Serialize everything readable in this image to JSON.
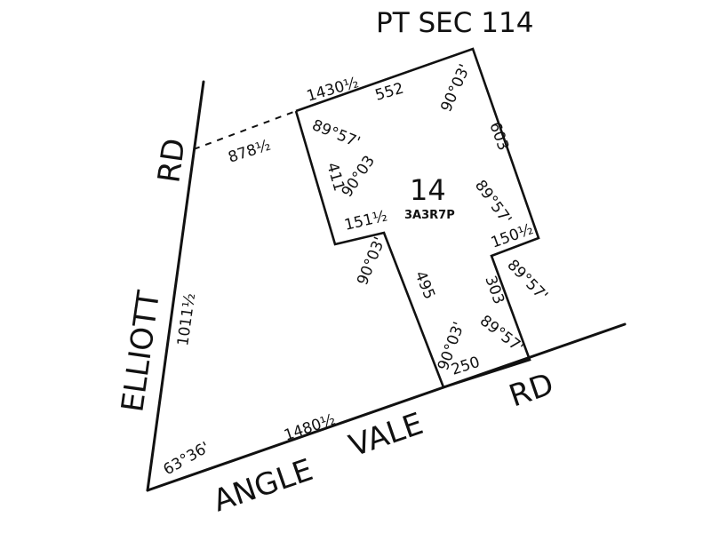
{
  "header": {
    "title": "PT SEC 114"
  },
  "roads": {
    "elliott_1": "ELLIOTT",
    "elliott_2": "RD",
    "angle_vale_1": "ANGLE",
    "angle_vale_2": "VALE",
    "angle_vale_3": "RD"
  },
  "lot": {
    "number": "14",
    "area": "3A3R7P"
  },
  "dimensions": {
    "north_total": "1430½",
    "north_lot": "552",
    "dashed": "878½",
    "elliott_side": "1011½",
    "angle_vale_side": "1480½",
    "east_upper": "603",
    "notch_left_vertical": "411",
    "notch_left_horizontal": "151½",
    "inner_slope": "495",
    "notch_right_horizontal": "150½",
    "east_lower": "303",
    "south_lot": "250"
  },
  "angles": {
    "a1": "89°57'",
    "a2": "90°03'",
    "a3": "90°03",
    "a4": "89°57'",
    "a5": "90°03'",
    "a6": "89°57'",
    "a7": "90°03'",
    "a8": "89°57'",
    "a9": "63°36'"
  },
  "colors": {
    "ink": "#111111",
    "paper": "#ffffff"
  }
}
